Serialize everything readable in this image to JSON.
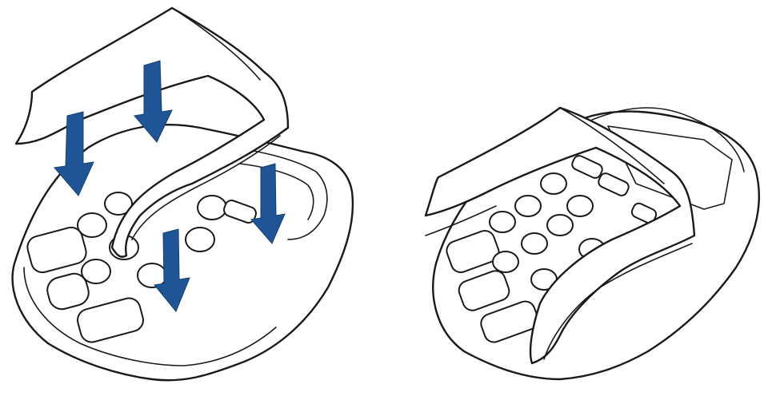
{
  "figure": {
    "colors": {
      "arrow": "#1f5597",
      "line": "#1a1a1a",
      "background": "#ffffff"
    },
    "panels": [
      {
        "name": "installing-privacy-shield",
        "arrows": 4
      },
      {
        "name": "privacy-shield-installed",
        "arrows": 0
      }
    ]
  }
}
